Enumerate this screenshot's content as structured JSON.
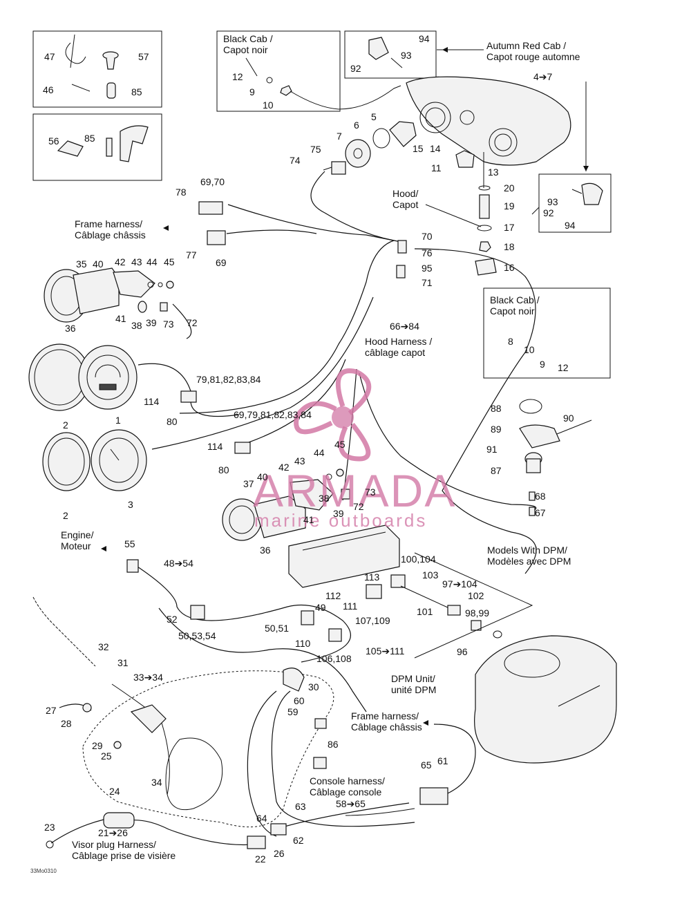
{
  "boxes": {
    "black_cab_top": "Black Cab /\nCapot noir",
    "autumn_red_cab": "Autumn Red Cab /\nCapot rouge automne",
    "hood": "Hood/\nCapot",
    "black_cab_right": "Black Cab /\nCapot noir",
    "frame_harness_top": "Frame harness/\nCâblage châssis",
    "hood_harness": "Hood Harness /\ncâblage capot",
    "engine": "Engine/\nMoteur",
    "models_dpm": "Models With DPM/\nModèles avec DPM",
    "dpm_unit": "DPM Unit/\nunité DPM",
    "frame_harness_bottom": "Frame harness/\nCâblage châssis",
    "console_harness": "Console harness/\nCâblage console",
    "visor_harness": "Visor plug Harness/\nCâblage prise de visière"
  },
  "watermark": {
    "title": "ARMADA",
    "subtitle": "marine outboards"
  },
  "drawing_code": "33Mo0310",
  "labels": [
    "47",
    "57",
    "46",
    "85",
    "56",
    "85",
    "12",
    "9",
    "10",
    "94",
    "93",
    "92",
    "4➔7",
    "5",
    "6",
    "7",
    "75",
    "74",
    "15",
    "14",
    "11",
    "13",
    "20",
    "19",
    "17",
    "18",
    "16",
    "93",
    "92",
    "94",
    "78",
    "69,70",
    "77",
    "69",
    "70",
    "76",
    "95",
    "71",
    "35",
    "40",
    "42",
    "43",
    "44",
    "45",
    "36",
    "41",
    "38",
    "39",
    "73",
    "72",
    "66➔84",
    "8",
    "10",
    "9",
    "12",
    "79,81,82,83,84",
    "114",
    "80",
    "1",
    "2",
    "69,79,81,82,83,84",
    "114",
    "80",
    "2",
    "3",
    "88",
    "89",
    "90",
    "91",
    "87",
    "68",
    "67",
    "42",
    "43",
    "44",
    "45",
    "37",
    "40",
    "38",
    "39",
    "41",
    "73",
    "72",
    "36",
    "55",
    "48➔54",
    "100,104",
    "103",
    "97➔104",
    "102",
    "113",
    "112",
    "111",
    "101",
    "98,99",
    "52",
    "49",
    "50,53,54",
    "50,51",
    "107,109",
    "96",
    "110",
    "106,108",
    "105➔111",
    "32",
    "31",
    "33➔34",
    "30",
    "27",
    "60",
    "28",
    "59",
    "29",
    "25",
    "86",
    "65",
    "61",
    "24",
    "34",
    "58➔65",
    "63",
    "64",
    "23",
    "21➔26",
    "62",
    "22",
    "26"
  ]
}
